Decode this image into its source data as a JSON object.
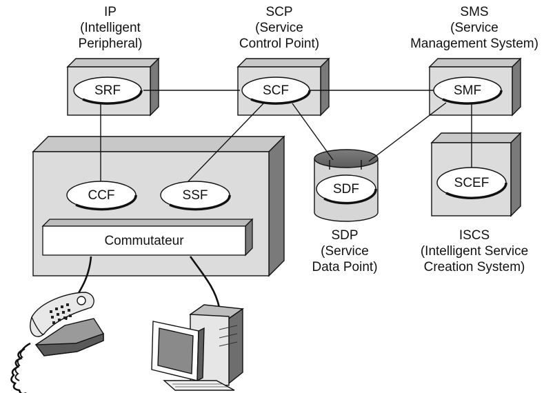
{
  "nodes": {
    "ip": {
      "line1": "IP",
      "line2": "(Intelligent",
      "line3": "Peripheral)"
    },
    "scp": {
      "line1": "SCP",
      "line2": "(Service",
      "line3": "Control Point)"
    },
    "sms": {
      "line1": "SMS",
      "line2": "(Service",
      "line3": "Management System)"
    },
    "sdp": {
      "line1": "SDP",
      "line2": "(Service",
      "line3": "Data Point)"
    },
    "iscs": {
      "line1": "ISCS",
      "line2": "(Intelligent Service",
      "line3": "Creation System)"
    }
  },
  "functions": {
    "srf": "SRF",
    "scf": "SCF",
    "smf": "SMF",
    "ccf": "CCF",
    "ssf": "SSF",
    "sdf": "SDF",
    "scef": "SCEF"
  },
  "switch": {
    "label": "Commutateur"
  },
  "icons": [
    "telephone-icon",
    "computer-icon"
  ]
}
